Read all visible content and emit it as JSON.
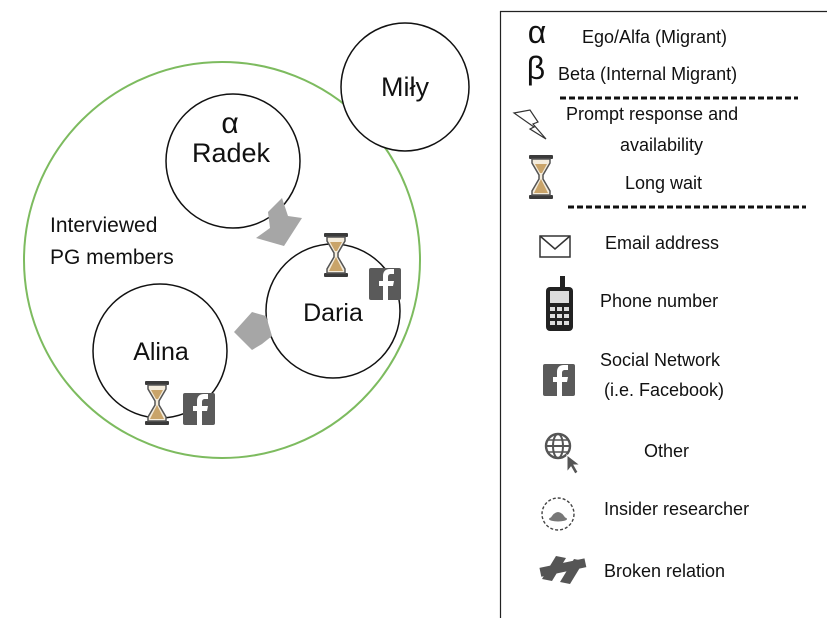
{
  "diagram": {
    "group_label_line1": "Interviewed",
    "group_label_line2": "PG members",
    "nodes": {
      "radek": {
        "name": "Radek",
        "symbol": "α"
      },
      "mily": {
        "name": "Miły"
      },
      "daria": {
        "name": "Daria"
      },
      "alina": {
        "name": "Alina"
      }
    },
    "colors": {
      "group_outline": "#7dbb5f",
      "arrow": "#a6a6a6",
      "facebook": "#5a5a5a",
      "hourglass_frame": "#3a3a3a",
      "hourglass_sand": "#c9a46a"
    }
  },
  "legend": {
    "items": [
      {
        "icon": "alpha-symbol",
        "symbol": "α",
        "label": "Ego/Alfa (Migrant)"
      },
      {
        "icon": "beta-symbol",
        "symbol": "β",
        "label": "Beta (Internal Migrant)"
      },
      {
        "icon": "lightning-icon",
        "label_line1": "Prompt response and",
        "label_line2": "availability"
      },
      {
        "icon": "hourglass-icon",
        "label": "Long wait"
      },
      {
        "icon": "envelope-icon",
        "label": "Email address"
      },
      {
        "icon": "mobile-phone-icon",
        "label": "Phone number"
      },
      {
        "icon": "facebook-icon",
        "label_line1": "Social Network",
        "label_line2": "(i.e. Facebook)"
      },
      {
        "icon": "globe-cursor-icon",
        "label": "Other"
      },
      {
        "icon": "insider-researcher-icon",
        "label": "Insider researcher"
      },
      {
        "icon": "broken-relation-icon",
        "label": "Broken relation"
      }
    ]
  }
}
